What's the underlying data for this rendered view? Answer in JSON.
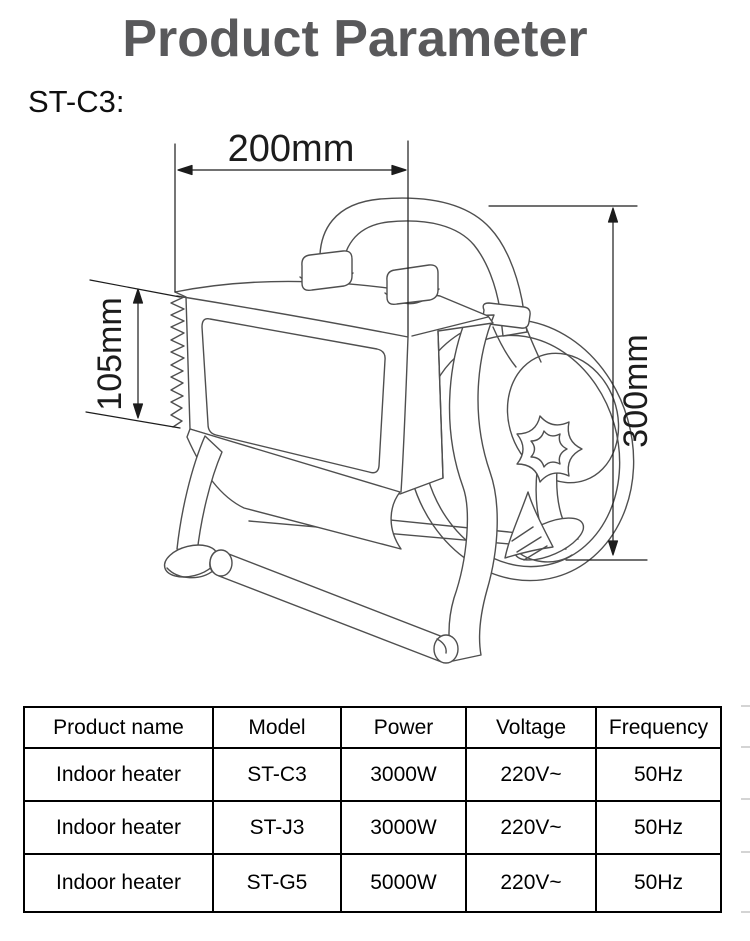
{
  "page": {
    "title": "Product Parameter",
    "model_label": "ST-C3:"
  },
  "diagram": {
    "dimensions": {
      "width_label": "200mm",
      "fin_height_label": "105mm",
      "height_label": "300mm"
    }
  },
  "table": {
    "headers": [
      "Product name",
      "Model",
      "Power",
      "Voltage",
      "Frequency"
    ],
    "rows": [
      [
        "Indoor heater",
        "ST-C3",
        "3000W",
        "220V~",
        "50Hz"
      ],
      [
        "Indoor heater",
        "ST-J3",
        "3000W",
        "220V~",
        "50Hz"
      ],
      [
        "Indoor heater",
        "ST-G5",
        "5000W",
        "220V~",
        "50Hz"
      ]
    ]
  },
  "colors": {
    "title_gray": "#59595b",
    "line_art": "#4f4f4f",
    "dimension_ink": "#1c1c1c",
    "table_border": "#000000"
  }
}
